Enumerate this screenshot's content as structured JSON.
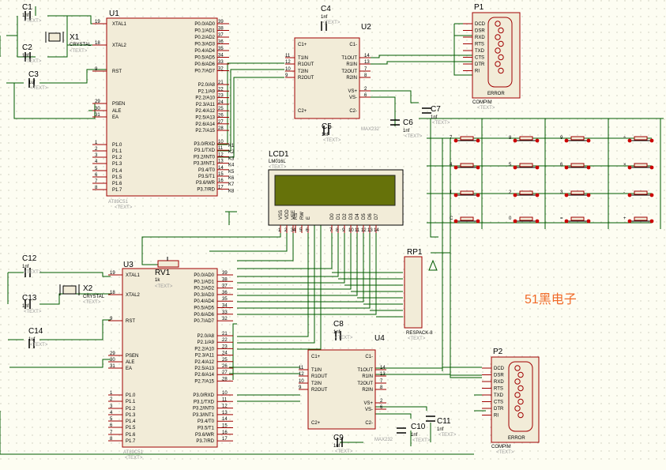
{
  "colors": {
    "background": "#fdfdf2",
    "grid_dot": "#c8c8b8",
    "wire": "#005a00",
    "component_outline": "#a00000",
    "component_fill": "#f2ecd8",
    "pin_node": "#cc0000",
    "lcd_screen": "#66720a",
    "watermark": "#f06a28"
  },
  "watermark": "51黑电子",
  "u1": {
    "ref": "U1",
    "part": "AT89C51",
    "left_pins": [
      {
        "name": "XTAL1",
        "num": "19"
      },
      {
        "name": "XTAL2",
        "num": "18"
      },
      {
        "name": "RST",
        "num": "9"
      },
      {
        "name": "PSEN",
        "num": "29"
      },
      {
        "name": "ALE",
        "num": "30"
      },
      {
        "name": "EA",
        "num": "31"
      },
      {
        "name": "P1.0",
        "num": "1"
      },
      {
        "name": "P1.1",
        "num": "2"
      },
      {
        "name": "P1.2",
        "num": "3"
      },
      {
        "name": "P1.3",
        "num": "4"
      },
      {
        "name": "P1.4",
        "num": "5"
      },
      {
        "name": "P1.5",
        "num": "6"
      },
      {
        "name": "P1.6",
        "num": "7"
      },
      {
        "name": "P1.7",
        "num": "8"
      }
    ],
    "right_pins": [
      {
        "name": "P0.0/AD0",
        "num": "39"
      },
      {
        "name": "P0.1/AD1",
        "num": "38"
      },
      {
        "name": "P0.2/AD2",
        "num": "37"
      },
      {
        "name": "P0.3/AD3",
        "num": "36"
      },
      {
        "name": "P0.4/AD4",
        "num": "35"
      },
      {
        "name": "P0.5/AD5",
        "num": "34"
      },
      {
        "name": "P0.6/AD6",
        "num": "33"
      },
      {
        "name": "P0.7/AD7",
        "num": "32"
      },
      {
        "name": "P2.0/A8",
        "num": "21"
      },
      {
        "name": "P2.1/A9",
        "num": "22"
      },
      {
        "name": "P2.2/A10",
        "num": "23"
      },
      {
        "name": "P2.3/A11",
        "num": "24"
      },
      {
        "name": "P2.4/A12",
        "num": "25"
      },
      {
        "name": "P2.5/A13",
        "num": "26"
      },
      {
        "name": "P2.6/A14",
        "num": "27"
      },
      {
        "name": "P2.7/A15",
        "num": "28"
      },
      {
        "name": "P3.0/RXD",
        "num": "10"
      },
      {
        "name": "P3.1/TXD",
        "num": "11"
      },
      {
        "name": "P3.2/INT0",
        "num": "12"
      },
      {
        "name": "P3.3/INT1",
        "num": "13"
      },
      {
        "name": "P3.4/T0",
        "num": "14"
      },
      {
        "name": "P3.5/T1",
        "num": "15"
      },
      {
        "name": "P3.6/WR",
        "num": "16"
      },
      {
        "name": "P3.7/RD",
        "num": "17"
      }
    ],
    "net_labels": [
      "K1",
      "K2",
      "K3",
      "K4",
      "K5",
      "K6",
      "K7",
      "K8"
    ]
  },
  "u3": {
    "ref": "U3",
    "part": "AT89C51"
  },
  "u2": {
    "ref": "U2",
    "part": "MAX232",
    "left_pins": [
      {
        "name": "C1+",
        "num": "1"
      },
      {
        "name": "T1IN",
        "num": "11"
      },
      {
        "name": "R1OUT",
        "num": "12"
      },
      {
        "name": "T2IN",
        "num": "10"
      },
      {
        "name": "R2OUT",
        "num": "9"
      },
      {
        "name": "C2+",
        "num": "4"
      }
    ],
    "right_pins": [
      {
        "name": "C1-",
        "num": "3"
      },
      {
        "name": "T1OUT",
        "num": "14"
      },
      {
        "name": "R1IN",
        "num": "13"
      },
      {
        "name": "T2OUT",
        "num": "7"
      },
      {
        "name": "R2IN",
        "num": "8"
      },
      {
        "name": "VS+",
        "num": "2"
      },
      {
        "name": "VS-",
        "num": "6"
      },
      {
        "name": "C2-",
        "num": "5"
      }
    ]
  },
  "u4": {
    "ref": "U4",
    "part": "MAX232"
  },
  "crystals": [
    {
      "ref": "X1",
      "part": "CRYSTAL"
    },
    {
      "ref": "X2",
      "part": "CRYSTAL"
    }
  ],
  "capacitors": [
    {
      "ref": "C1",
      "value": "1nf"
    },
    {
      "ref": "C2",
      "value": "1nf"
    },
    {
      "ref": "C3",
      "value": "1uf"
    },
    {
      "ref": "C4",
      "value": "1nf"
    },
    {
      "ref": "C5",
      "value": "1nf"
    },
    {
      "ref": "C6",
      "value": "1nf"
    },
    {
      "ref": "C7",
      "value": "1nf"
    },
    {
      "ref": "C8",
      "value": "1nf"
    },
    {
      "ref": "C9",
      "value": "1nf"
    },
    {
      "ref": "C10",
      "value": "1nf"
    },
    {
      "ref": "C11",
      "value": "1nf"
    },
    {
      "ref": "C12",
      "value": "1nf"
    },
    {
      "ref": "C13",
      "value": "1nf"
    },
    {
      "ref": "C14",
      "value": "1uf"
    }
  ],
  "text_placeholder": "<TEXT>",
  "lcd": {
    "ref": "LCD1",
    "part": "LM016L",
    "pins": [
      "VSS",
      "VDD",
      "VEE",
      "RS",
      "RW",
      "E",
      "D0",
      "D1",
      "D2",
      "D3",
      "D4",
      "D5",
      "D6",
      "D7"
    ],
    "pin_nums": [
      "1",
      "2",
      "3",
      "4",
      "5",
      "6",
      "7",
      "8",
      "9",
      "10",
      "11",
      "12",
      "13",
      "14"
    ]
  },
  "rv1": {
    "ref": "RV1",
    "value": "1k"
  },
  "rp1": {
    "ref": "RP1",
    "part": "RESPACK-8"
  },
  "p1": {
    "ref": "P1",
    "part": "COMPIM",
    "pins": [
      "DCD",
      "DSR",
      "RXD",
      "RTS",
      "TXD",
      "CTS",
      "DTR",
      "RI"
    ],
    "label": "ERROR"
  },
  "p2": {
    "ref": "P2",
    "part": "COMPIM",
    "pins": [
      "DCD",
      "DSR",
      "RXD",
      "RTS",
      "TXD",
      "CTS",
      "DTR",
      "RI"
    ],
    "label": "ERROR"
  },
  "keypad": {
    "keys": [
      "7",
      "8",
      "9",
      "÷",
      "4",
      "5",
      "6",
      "×",
      "1",
      "2",
      "3",
      "-",
      "C",
      "0",
      "=",
      "+"
    ]
  }
}
